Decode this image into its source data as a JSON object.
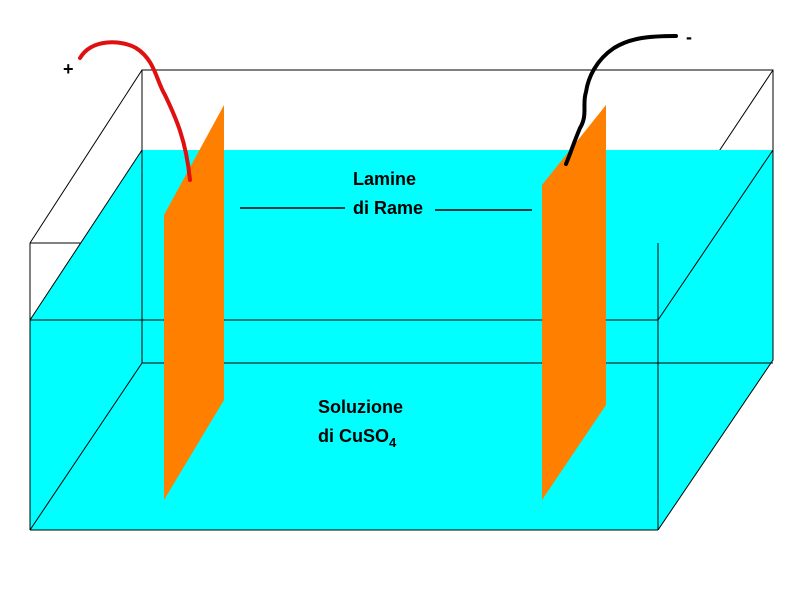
{
  "diagram": {
    "terminals": {
      "positive": "+",
      "negative": "-"
    },
    "electrodes_label": {
      "line1": "Lamine",
      "line2": "di Rame"
    },
    "solution_label": {
      "line1": "Soluzione",
      "line2_prefix": "di CuSO",
      "line2_subscript": "4"
    },
    "colors": {
      "solution": "#00ffff",
      "copper_plate": "#ff8000",
      "positive_wire": "#e01010",
      "negative_wire": "#000000",
      "tank_outline": "#000000"
    }
  }
}
